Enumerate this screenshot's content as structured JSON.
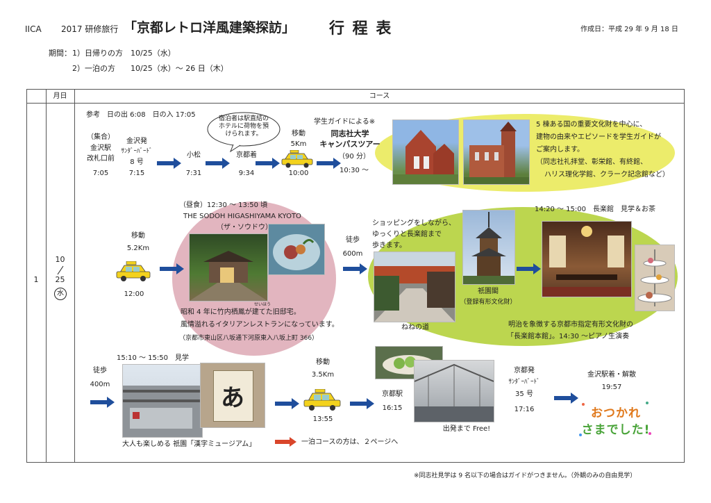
{
  "header": {
    "org": "IICA",
    "trip": "2017 研修旅行",
    "title": "「京都レトロ洋風建築探訪」",
    "heading": "行 程 表",
    "created": "作成日：平成 29 年 9 月 18 日",
    "period_label": "期間：",
    "period1": "1）日帰りの方　10/25（水）",
    "period2": "2）一泊の方　　10/25（水）～ 26 日（木）"
  },
  "table": {
    "col_date": "月日",
    "col_course": "コース",
    "row_no": "1",
    "date_month": "10",
    "date_day": "25",
    "date_wd": "水"
  },
  "row1": {
    "sun": "参考　日の出 6:08　日の入 17:05",
    "gather": "（集合）",
    "station": "金沢駅",
    "gate": "改札口前",
    "gate_time": "7:05",
    "dep_label": "金沢発",
    "train": "ｻﾝﾀﾞｰﾊﾞｰﾄﾞ",
    "train_no": "8 号",
    "dep_time": "7:15",
    "komatsu": "小松",
    "komatsu_time": "7:31",
    "bubble": "宿泊者は駅直結のホテルに荷物を預けられます。",
    "kyoto_arr": "京都着",
    "kyoto_time": "9:34",
    "move": "移動",
    "move_km": "5Km",
    "move_time": "10:00",
    "guide": "学生ガイドによる※",
    "campus1": "同志社大学",
    "campus2": "キャンパスツアー",
    "campus_len": "（90 分）",
    "campus_time": "10:30 ～",
    "desc": [
      "5 棟ある国の重要文化財を中心に、",
      "建物の由来やエピソードを学生ガイドが",
      "ご案内します。",
      "（同志社礼拝堂、彰栄館、有終館、",
      "ハリス理化学館、クラーク記念館など）"
    ]
  },
  "row2": {
    "move": "移動",
    "move_km": "5.2Km",
    "move_time": "12:00",
    "lunch_time": "（昼食）12:30 ～ 13:50 頃",
    "rest_name": "THE SODOH HIGASHIYAMA KYOTO",
    "rest_kana": "（ザ・ソウドウ）",
    "rest_ruby": "せいほう",
    "rest_desc1": "昭和 4 年に竹内栖鳳が建てた旧邸宅。",
    "rest_desc2": "風情溢れるイタリアンレストランになっています。",
    "rest_addr": "（京都市東山区八坂通下河原東入八坂上町 366）",
    "walk": "徒歩",
    "walk_m": "600m",
    "shop": [
      "ショッピングをしながら、",
      "ゆっくりと長楽館まで",
      "歩きます。"
    ],
    "nene": "ねねの道",
    "gion1": "祇園閣",
    "gion2": "（登録有形文化財）",
    "chorakukan": "14:20 ～ 15:00　長楽館　見学＆お茶",
    "chora_desc1": "明治を象徴する京都市指定有形文化財の",
    "chora_desc2": "「長楽館本館」。14:30 ～ピアノ生演奏"
  },
  "row3": {
    "walk": "徒歩",
    "walk_m": "400m",
    "museum_time": "15:10 ～ 15:50　見学",
    "museum_name": "大人も楽しめる 祇園「漢字ミュージアム」",
    "move": "移動",
    "move_km": "3.5Km",
    "move_time": "13:55",
    "kyoto_st": "京都駅",
    "kyoto_time": "16:15",
    "free": "出発まで Free!",
    "dep_label": "京都発",
    "train": "ｻﾝﾀﾞｰﾊﾞｰﾄﾞ",
    "train_no": "35 号",
    "dep_time": "17:16",
    "arr_label": "金沢駅着・解散",
    "arr_time": "19:57",
    "otsukare1": "おつかれ",
    "otsukare2": "さまでした!",
    "overnight": "一泊コースの方は、２ページへ",
    "kanji": "あ"
  },
  "footer": {
    "note": "※同志社見学は 9 名以下の場合はガイドがつきません。（外観のみの自由見学）"
  },
  "colors": {
    "arrow_blue": "#1f4e9c",
    "arrow_red": "#d9462b",
    "yellow_blob": "#ecec6b",
    "green_blob": "#bcd64f",
    "pink_blob": "#e2b5bf",
    "taxi": "#f3d21d"
  }
}
